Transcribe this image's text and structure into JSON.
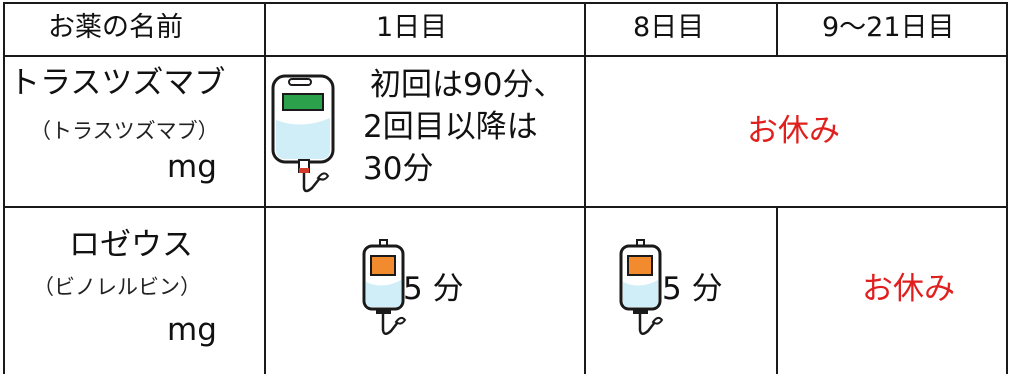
{
  "table": {
    "headers": [
      "お薬の名前",
      "1日目",
      "8日目",
      "9〜21日目"
    ],
    "rows": [
      {
        "name": "トラスツズマブ",
        "generic": "（トラスツズマブ）",
        "dose": "mg",
        "day1": [
          "初回は90分、",
          "2回目以降は",
          "30分"
        ],
        "rest": "お休み"
      },
      {
        "name": "ロゼウス",
        "generic": "（ビノレルビン）",
        "dose": "mg",
        "day1": "5 分",
        "day8": "5 分",
        "rest": "お休み"
      }
    ]
  },
  "icons": {
    "iv_bag_large": "iv-drip-bag-icon",
    "iv_bag_small": "iv-drip-bag-icon"
  },
  "colors": {
    "rest_text": "#e0201e",
    "bag_liquid": "#cfeef7",
    "bag_label_green": "#2aa14a",
    "bag_label_orange": "#f28a2e"
  }
}
